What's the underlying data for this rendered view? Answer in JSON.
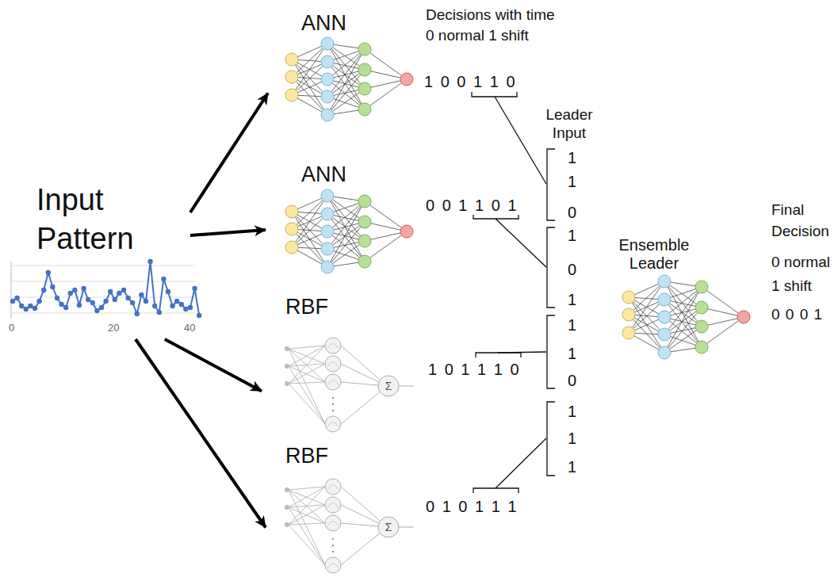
{
  "diagram": {
    "nodes": [
      {
        "text": [
          "Input Pattern"
        ]
      },
      {
        "text": [
          "ANN"
        ]
      },
      {
        "text": [
          "ANN"
        ]
      },
      {
        "text": [
          "RBF"
        ]
      },
      {
        "text": [
          "RBF"
        ]
      },
      {
        "text": [
          "Ensemble Leader"
        ]
      }
    ],
    "edges": [
      {
        "from": 0,
        "to": 1,
        "arrow": "to"
      },
      {
        "from": 0,
        "to": 2,
        "arrow": "to"
      },
      {
        "from": 0,
        "to": 3,
        "arrow": "to"
      },
      {
        "from": 0,
        "to": 4,
        "arrow": "to"
      }
    ],
    "labels": [
      "Decisions with time",
      "0 normal 1 shift",
      "1 0 0 1 1 0",
      "Leader Input",
      "1",
      "1",
      "0",
      "0 0 1 1 0 1",
      "1",
      "0",
      "1",
      "Final Decision",
      "0 normal",
      "1 shift",
      "0 0 0 1",
      "1",
      "1",
      "0",
      "1 0 1 1 1 0",
      "1",
      "1",
      "1",
      "0 1 0 1 1 1",
      "0",
      "20",
      "40",
      "Σ",
      "Σ"
    ]
  }
}
